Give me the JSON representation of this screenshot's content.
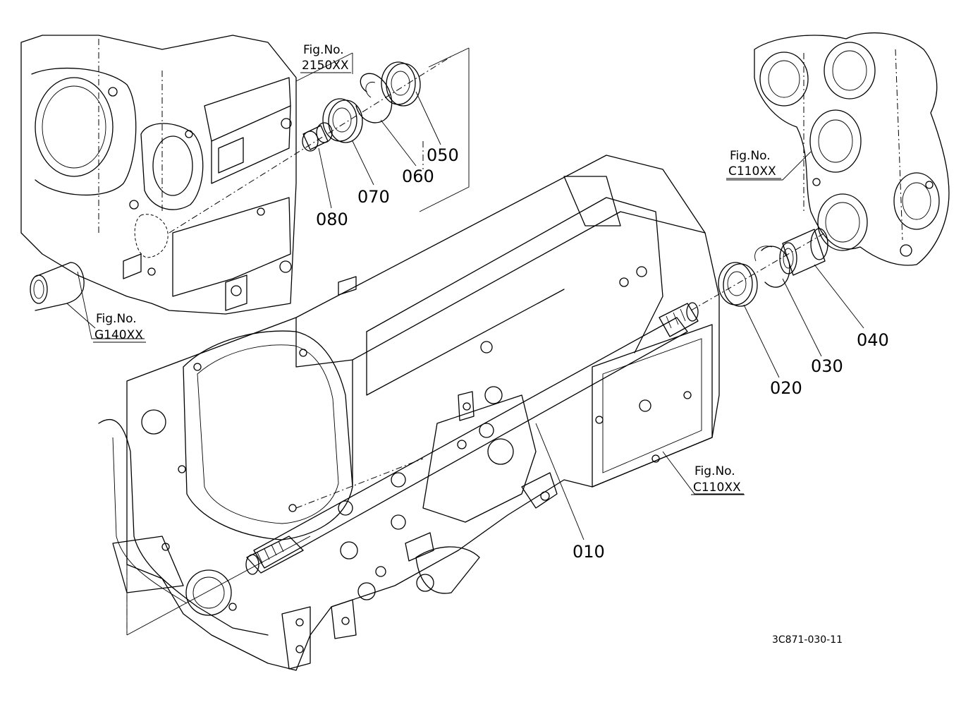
{
  "part_labels": {
    "p010": "010",
    "p020": "020",
    "p030": "030",
    "p040": "040",
    "p050": "050",
    "p060": "060",
    "p070": "070",
    "p080": "080"
  },
  "figure_refs": {
    "ref_2150": {
      "line1": "Fig.No.",
      "line2": "2150XX"
    },
    "ref_g140": {
      "line1": "Fig.No.",
      "line2": "G140XX"
    },
    "ref_c110_top": {
      "line1": "Fig.No.",
      "line2": "C110XX"
    },
    "ref_c110_bottom": {
      "line1": "Fig.No.",
      "line2": "C110XX"
    }
  },
  "drawing_code": "3C871-030-11"
}
